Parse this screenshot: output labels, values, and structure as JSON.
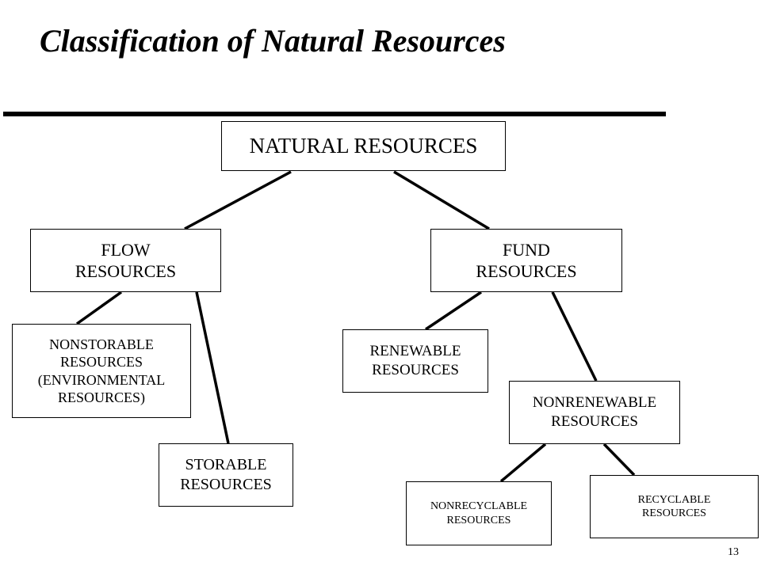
{
  "title": "Classification of Natural Resources",
  "page_number": "13",
  "nodes": {
    "natural": {
      "lines": [
        "NATURAL RESOURCES"
      ]
    },
    "flow": {
      "lines": [
        "FLOW",
        "RESOURCES"
      ]
    },
    "fund": {
      "lines": [
        "FUND",
        "RESOURCES"
      ]
    },
    "nonstorable": {
      "lines": [
        "NONSTORABLE",
        "RESOURCES",
        "(ENVIRONMENTAL",
        "RESOURCES)"
      ]
    },
    "storable": {
      "lines": [
        "STORABLE",
        "RESOURCES"
      ]
    },
    "renewable": {
      "lines": [
        "RENEWABLE",
        "RESOURCES"
      ]
    },
    "nonrenewable": {
      "lines": [
        "NONRENEWABLE",
        "RESOURCES"
      ]
    },
    "nonrecyclable": {
      "lines": [
        "NONRECYCLABLE",
        "RESOURCES"
      ]
    },
    "recyclable": {
      "lines": [
        "RECYCLABLE",
        "RESOURCES"
      ]
    }
  },
  "edges": [
    [
      "natural",
      "flow"
    ],
    [
      "natural",
      "fund"
    ],
    [
      "flow",
      "nonstorable"
    ],
    [
      "flow",
      "storable"
    ],
    [
      "fund",
      "renewable"
    ],
    [
      "fund",
      "nonrenewable"
    ],
    [
      "nonrenewable",
      "nonrecyclable"
    ],
    [
      "nonrenewable",
      "recyclable"
    ]
  ]
}
